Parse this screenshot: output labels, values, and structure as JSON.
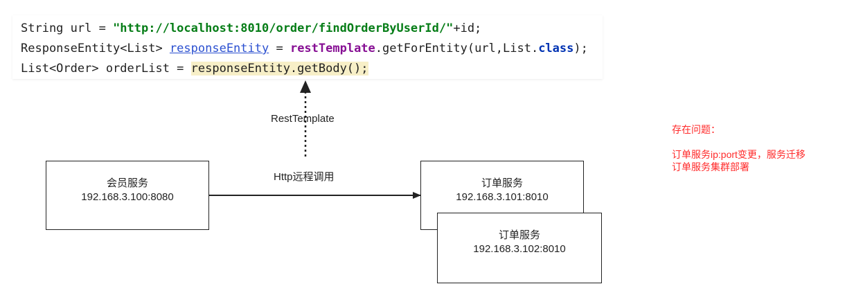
{
  "code": {
    "line1": {
      "a": "String url = ",
      "str": "\"http://localhost:8010/order/findOrderByUserId/\"",
      "b": "+id;"
    },
    "line2": {
      "a": "ResponseEntity<List> ",
      "var": "responseEntity",
      "b": " = ",
      "field": "restTemplate",
      "c": ".getForEntity(url,List.",
      "kw": "class",
      "d": ");"
    },
    "line3": {
      "a": "List<Order> orderList = ",
      "hl": "responseEntity.getBody();"
    }
  },
  "labels": {
    "rest_template": "RestTemplate",
    "http_call": "Http远程调用"
  },
  "boxes": {
    "member": {
      "name": "会员服务",
      "addr": "192.168.3.100:8080"
    },
    "order1": {
      "name": "订单服务",
      "addr": "192.168.3.101:8010"
    },
    "order2": {
      "name": "订单服务",
      "addr": "192.168.3.102:8010"
    }
  },
  "problems": {
    "title": "存在问题：",
    "items": [
      "订单服务ip:port变更，服务迁移",
      "订单服务集群部署"
    ]
  },
  "colors": {
    "problem": "#ff2a2a",
    "code_string": "#067d17",
    "highlight": "#f7efc7"
  }
}
